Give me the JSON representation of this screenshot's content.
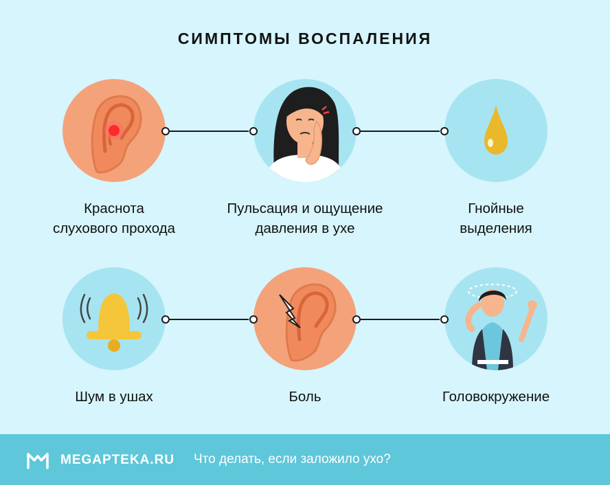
{
  "title": "СИМПТОМЫ ВОСПАЛЕНИЯ",
  "symptoms": [
    {
      "line1": "Краснота",
      "line2": "слухового прохода"
    },
    {
      "line1": "Пульсация и ощущение",
      "line2": "давления в ухе"
    },
    {
      "line1": "Гнойные",
      "line2": "выделения"
    },
    {
      "line1": "Шум в ушах"
    },
    {
      "line1": "Боль"
    },
    {
      "line1": "Головокружение"
    }
  ],
  "footer": {
    "brand": "MEGAPTEKA.RU",
    "tagline": "Что делать, если заложило ухо?"
  },
  "colors": {
    "background": "#d6f5fc",
    "peach": "#f4a27a",
    "light_blue": "#a7e4f1",
    "footer": "#5ec7da"
  }
}
